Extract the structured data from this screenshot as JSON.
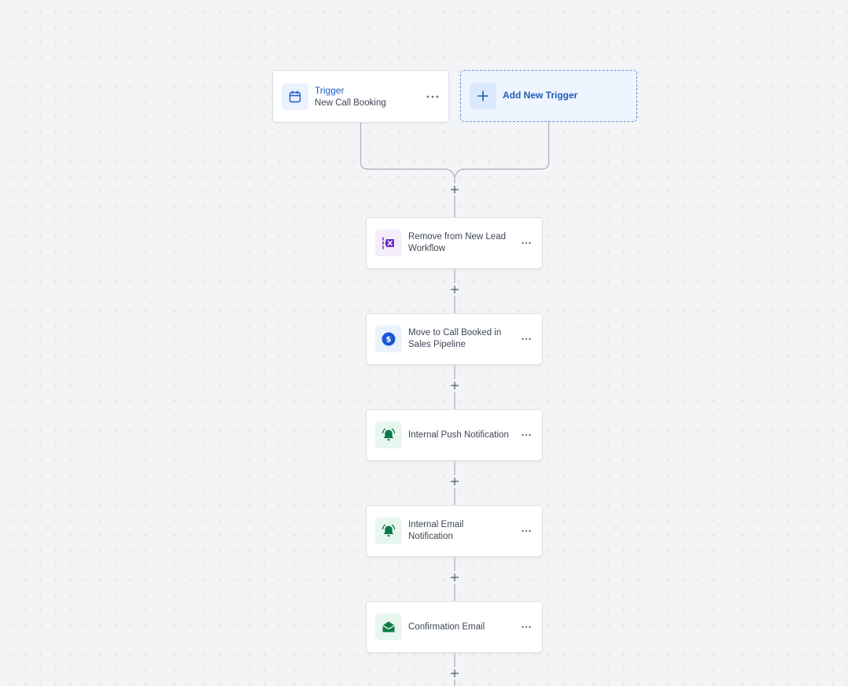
{
  "trigger": {
    "title": "Trigger",
    "subtitle": "New Call Booking",
    "icon": "calendar-icon"
  },
  "add_trigger": {
    "label": "Add New Trigger",
    "icon": "plus-icon"
  },
  "actions": [
    {
      "label": "Remove from New Lead Workflow",
      "icon": "remove-workflow-icon"
    },
    {
      "label": "Move to Call Booked in Sales Pipeline",
      "icon": "dollar-icon"
    },
    {
      "label": "Internal Push Notification",
      "icon": "bell-icon"
    },
    {
      "label": "Internal Email Notification",
      "icon": "bell-icon"
    },
    {
      "label": "Confirmation Email",
      "icon": "envelope-icon"
    }
  ],
  "colors": {
    "accent_blue": "#1d5bc6",
    "purple": "#6b2fc9",
    "green": "#0c7a48",
    "canvas_bg": "#f3f4f6"
  }
}
